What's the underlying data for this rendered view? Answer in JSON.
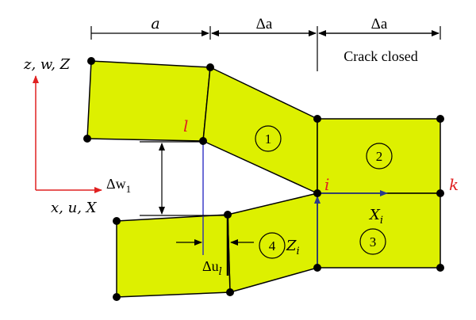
{
  "labels": {
    "dim_a": "a",
    "dim_delta_a_1": "Δa",
    "dim_delta_a_2": "Δa",
    "crack_closed": "Crack closed",
    "axis_z": "z, w, Z",
    "axis_x": "x, u, X",
    "delta_w": "Δw",
    "delta_w_sub": "1",
    "delta_u": "Δu",
    "delta_u_sub": "l",
    "node_l": "l",
    "node_i": "i",
    "node_k": "k",
    "force_x": "X",
    "force_x_sub": "i",
    "force_z": "Z",
    "force_z_sub": "i"
  },
  "elements": [
    "1",
    "2",
    "3",
    "4"
  ],
  "colors": {
    "element_fill": "#ddf000",
    "outline": "#000000",
    "axes": "#e02020",
    "node_label": "#e02020",
    "blue_line": "#2020c0"
  }
}
